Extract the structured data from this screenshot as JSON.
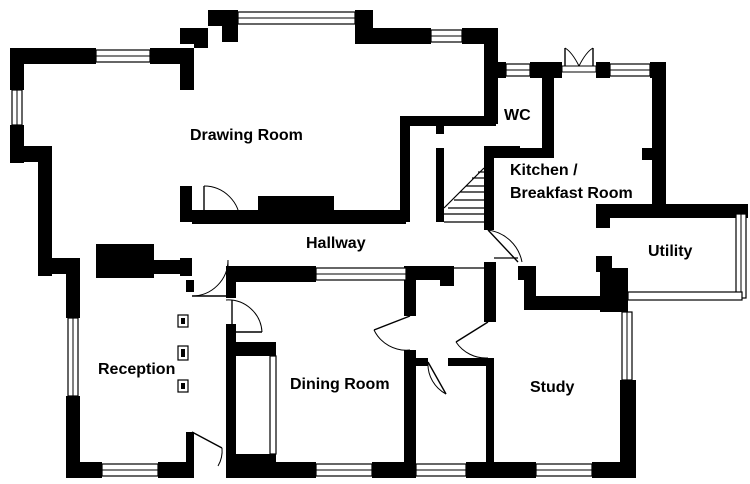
{
  "rooms": {
    "drawing_room": "Drawing Room",
    "wc": "WC",
    "kitchen_line1": "Kitchen /",
    "kitchen_line2": "Breakfast Room",
    "utility": "Utility",
    "hallway": "Hallway",
    "reception": "Reception",
    "dining_room": "Dining Room",
    "study": "Study"
  },
  "colors": {
    "wall": "#000000",
    "background": "#ffffff"
  }
}
